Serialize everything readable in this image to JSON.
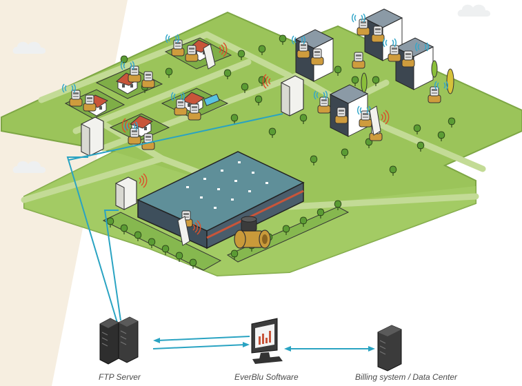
{
  "labels": {
    "ftp_server": "FTP Server",
    "everblu_software": "EverBlu Software",
    "billing_system": "Billing system / Data Center"
  },
  "colors": {
    "grass": "#9bc45a",
    "grass_light": "#a9d06a",
    "grass_edge": "#7da644",
    "road": "#b7d487",
    "background_band": "#f6eee0",
    "network_line": "#29a3c2",
    "cloud": "#eef0f1",
    "cabinet": "#f2f2ee",
    "radio_signal": "#d9532b",
    "wifi_signal": "#35a7c9",
    "meter_body": "#c99a3a",
    "roof_red": "#c8553a",
    "building_dark": "#3c4650",
    "factory_roof": "#5f8f99",
    "server": "#3b3b3b"
  },
  "icons": [
    "cloud-icon",
    "cabinet-icon",
    "meter-icon",
    "house-icon",
    "apartment-icon",
    "factory-icon",
    "tree-icon",
    "server-icon",
    "workstation-icon",
    "arrow-icon"
  ]
}
